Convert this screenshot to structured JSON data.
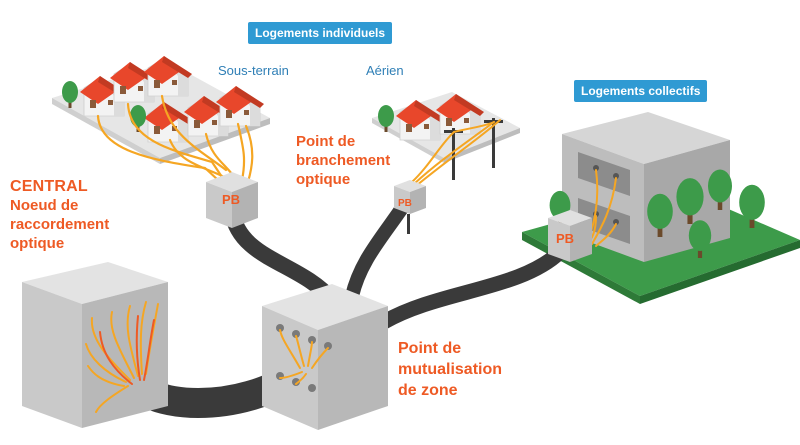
{
  "labels": {
    "logements_individuels": "Logements individuels",
    "logements_collectifs": "Logements collectifs",
    "sous_terrain": "Sous-terrain",
    "aerien": "Aérien",
    "central": "CENTRAL",
    "nro_line1": "Noeud de",
    "nro_line2": "raccordement",
    "nro_line3": "optique",
    "pb_line1": "Point de",
    "pb_line2": "branchement",
    "pb_line3": "optique",
    "pm_line1": "Point de",
    "pm_line2": "mutualisation",
    "pm_line3": "de zone",
    "pb_tag": "PB"
  },
  "colors": {
    "badge_blue": "#2f9ad3",
    "label_blue": "#2f7fb6",
    "accent_orange": "#ee5a24",
    "fiber_orange": "#f5a623",
    "cable_dark": "#3a3a3a",
    "box_grey": "#c9c9c9",
    "grass_green": "#3d9b4a",
    "roof_red": "#e8472b"
  }
}
